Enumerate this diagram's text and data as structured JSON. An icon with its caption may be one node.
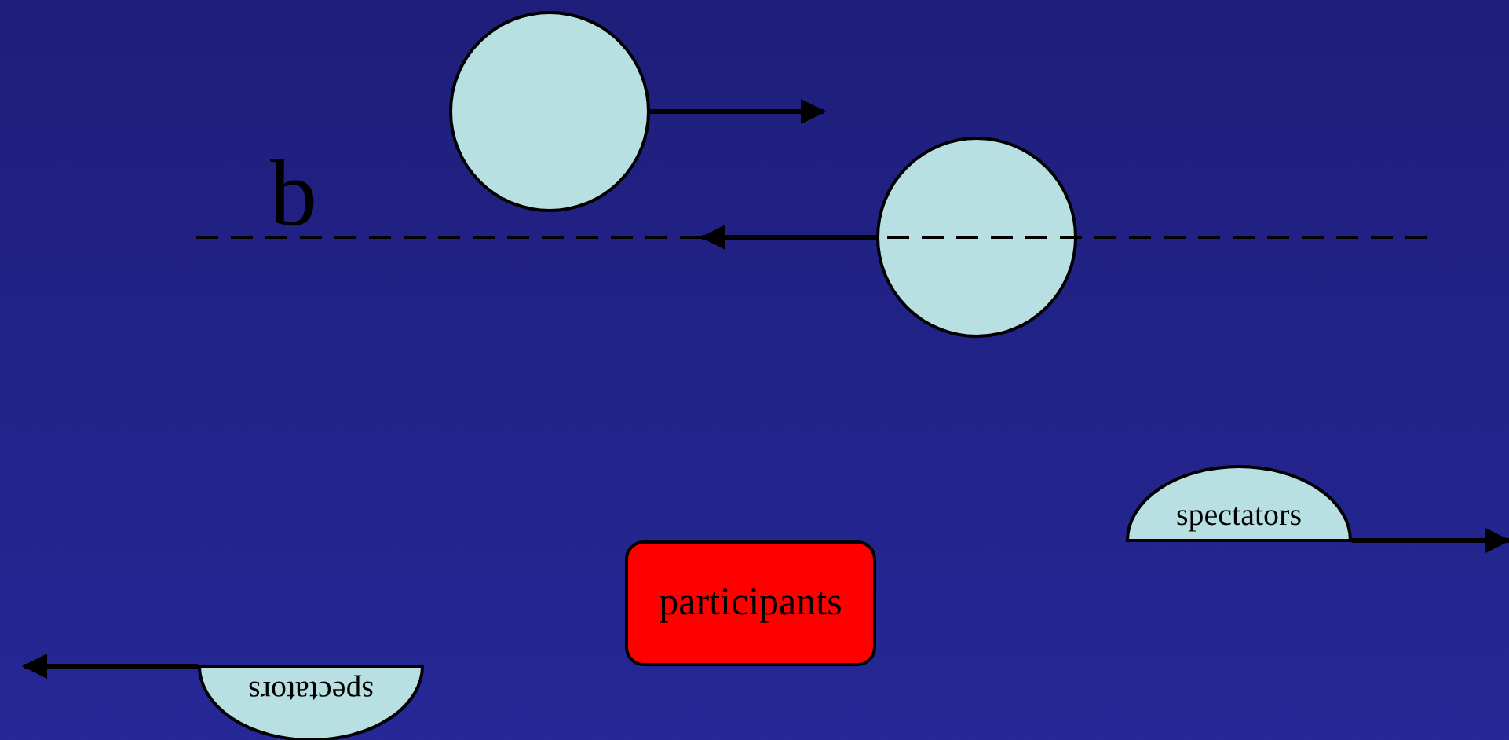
{
  "diagram": {
    "nodes": [
      {
        "text": [],
        "shape": "circle"
      },
      {
        "text": [],
        "shape": "circle"
      },
      {
        "text": [
          "spectators"
        ]
      },
      {
        "text": [
          "participants"
        ]
      },
      {
        "text": [
          "spectators"
        ]
      }
    ],
    "edges": [
      {
        "from": 0,
        "to": null,
        "arrow": "to"
      },
      {
        "from": 1,
        "to": null,
        "arrow": "to"
      },
      {
        "from": 2,
        "to": null,
        "arrow": "to"
      },
      {
        "from": 4,
        "to": null,
        "arrow": "to"
      }
    ],
    "labels": [
      "b"
    ]
  }
}
